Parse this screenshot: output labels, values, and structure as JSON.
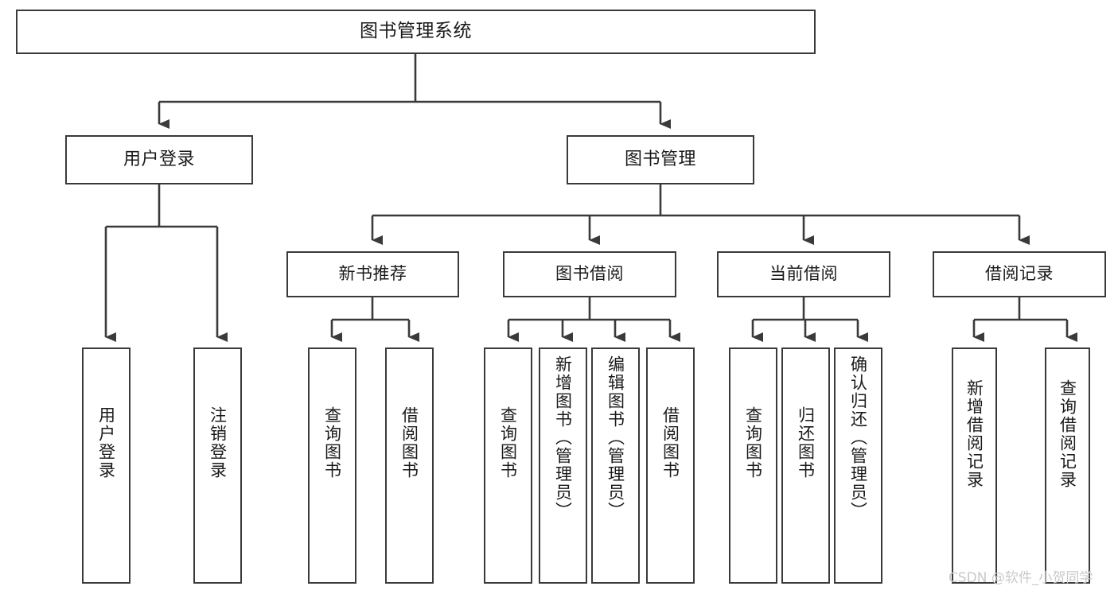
{
  "diagram": {
    "title": "图书管理系统",
    "watermark": "CSDN @软件_小贺同学",
    "style": {
      "background": "#ffffff",
      "box_border": "#3a3a3a",
      "box_fill": "#ffffff",
      "text": "#1a1a1a",
      "edge": "#3a3a3a",
      "watermark_color": "#c9c9c9"
    },
    "nodes": {
      "root": {
        "label": "图书管理系统"
      },
      "level1": [
        {
          "id": "user-login",
          "label": "用户登录"
        },
        {
          "id": "book-manage",
          "label": "图书管理"
        }
      ],
      "level2": [
        {
          "id": "new-book-recommend",
          "label": "新书推荐"
        },
        {
          "id": "book-borrow",
          "label": "图书借阅"
        },
        {
          "id": "current-borrow",
          "label": "当前借阅"
        },
        {
          "id": "borrow-record",
          "label": "借阅记录"
        }
      ],
      "leaves": [
        {
          "id": "leaf-user-login",
          "label": "用户登录",
          "parent": "user-login"
        },
        {
          "id": "leaf-logout-login",
          "label": "注销登录",
          "parent": "user-login"
        },
        {
          "id": "leaf-query-book-1",
          "label": "查询图书",
          "parent": "new-book-recommend"
        },
        {
          "id": "leaf-borrow-book-1",
          "label": "借阅图书",
          "parent": "new-book-recommend"
        },
        {
          "id": "leaf-query-book-2",
          "label": "查询图书",
          "parent": "book-borrow"
        },
        {
          "id": "leaf-add-book",
          "label": "新增图书（管理员）",
          "parent": "book-borrow"
        },
        {
          "id": "leaf-edit-book",
          "label": "编辑图书（管理员）",
          "parent": "book-borrow"
        },
        {
          "id": "leaf-borrow-book-2",
          "label": "借阅图书",
          "parent": "book-borrow"
        },
        {
          "id": "leaf-query-book-3",
          "label": "查询图书",
          "parent": "current-borrow"
        },
        {
          "id": "leaf-return-book",
          "label": "归还图书",
          "parent": "current-borrow"
        },
        {
          "id": "leaf-confirm-return",
          "label": "确认归还（管理员）",
          "parent": "current-borrow"
        },
        {
          "id": "leaf-add-record",
          "label": "新增借阅记录",
          "parent": "borrow-record"
        },
        {
          "id": "leaf-query-record",
          "label": "查询借阅记录",
          "parent": "borrow-record"
        }
      ]
    }
  }
}
